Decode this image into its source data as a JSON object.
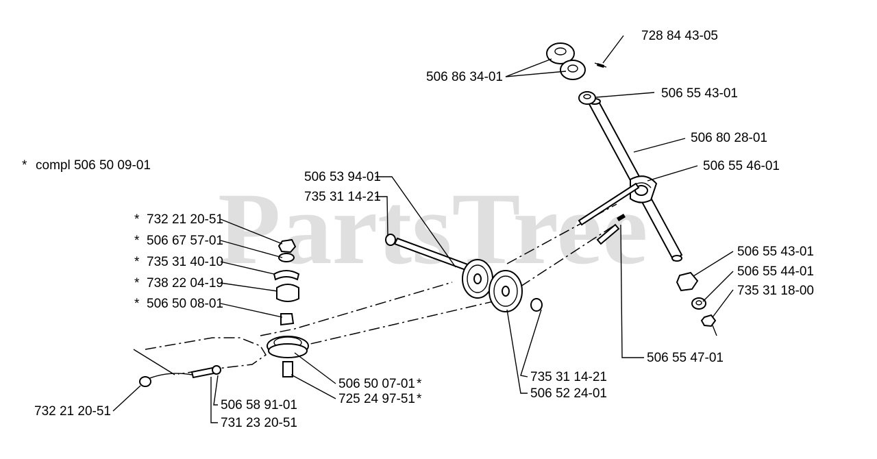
{
  "watermark": "PartsTree",
  "note": {
    "star": "*",
    "text": "compl 506 50 09-01"
  },
  "labels": {
    "p_728_84_43_05": "728 84 43-05",
    "p_506_86_34_01": "506 86 34-01",
    "p_506_55_43_01_top": "506 55 43-01",
    "p_506_80_28_01": "506 80 28-01",
    "p_506_55_46_01": "506 55 46-01",
    "p_506_53_94_01": "506 53 94-01",
    "p_735_31_14_21_left": "735 31 14-21",
    "p_732_21_20_51_top": "732 21 20-51",
    "p_506_67_57_01": "506 67 57-01",
    "p_735_31_40_10": "735 31 40-10",
    "p_738_22_04_19": "738 22 04-19",
    "p_506_50_08_01": "506 50 08-01",
    "p_506_55_43_01_right": "506 55 43-01",
    "p_506_55_44_01": "506 55 44-01",
    "p_735_31_18_00": "735 31 18-00",
    "p_506_55_47_01": "506 55 47-01",
    "p_506_50_07_01": "506 50 07-01",
    "p_725_24_97_51": "725 24 97-51",
    "p_735_31_14_21_bottom": "735 31 14-21",
    "p_506_52_24_01": "506 52 24-01",
    "p_732_21_20_51_bottom": "732 21 20-51",
    "p_506_58_91_01": "506 58 91-01",
    "p_731_23_20_51": "731 23 20-51",
    "star": "*"
  }
}
